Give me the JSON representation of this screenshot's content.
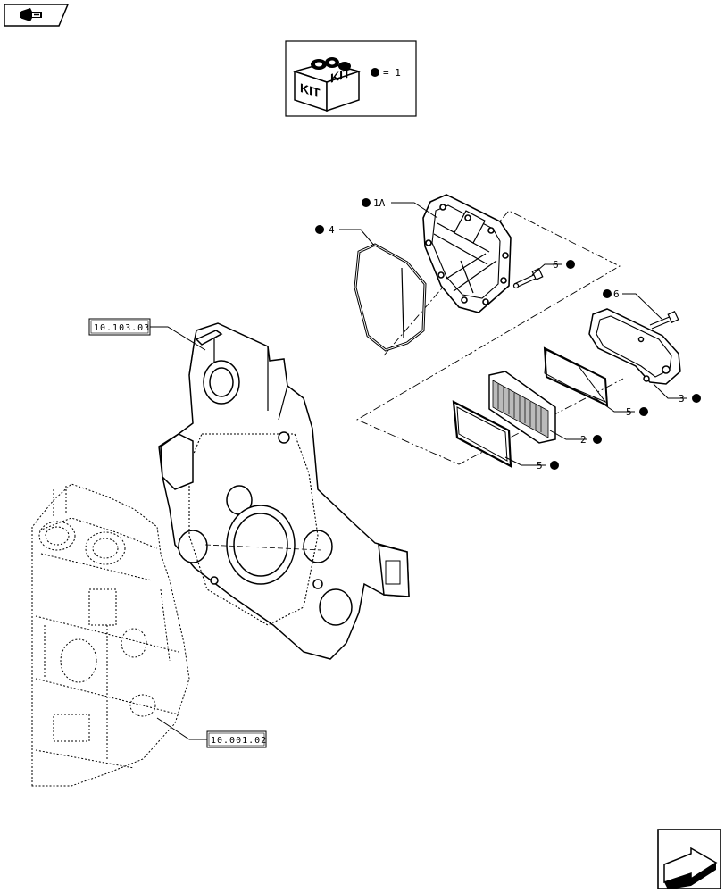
{
  "nav": {
    "back_icon": "book-arrow-icon",
    "next_icon": "next-page-arrow-icon"
  },
  "kit": {
    "text_left": "KIT",
    "text_right": "KIT",
    "legend": "= 1"
  },
  "references": {
    "front_housing": "10.103.03",
    "engine_block": "10.001.02"
  },
  "callouts": {
    "cover_assembly": "1A",
    "gasket": "4",
    "screw_upper": "6",
    "screw_side": "6",
    "cover": "3",
    "seal_upper": "5",
    "filter": "2",
    "seal_lower": "5"
  },
  "colors": {
    "line": "#000000",
    "background": "#ffffff"
  }
}
